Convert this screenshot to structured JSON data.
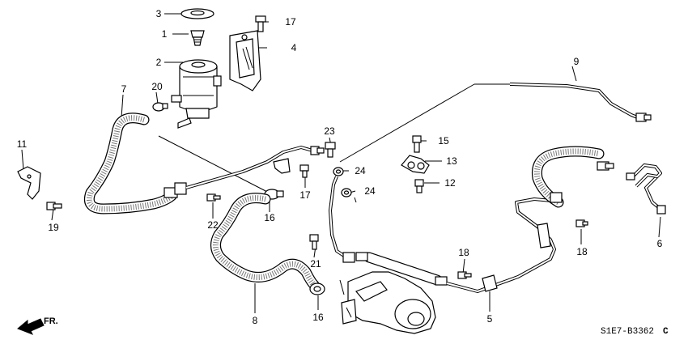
{
  "diagram": {
    "callouts": [
      "1",
      "2",
      "3",
      "4",
      "5",
      "6",
      "7",
      "8",
      "9",
      "11",
      "12",
      "13",
      "15",
      "16",
      "16",
      "17",
      "17",
      "18",
      "18",
      "19",
      "20",
      "21",
      "22",
      "23",
      "24",
      "24"
    ],
    "direction_label": "FR.",
    "drawing_code": "S1E7-B3362",
    "drawing_suffix": "C"
  }
}
